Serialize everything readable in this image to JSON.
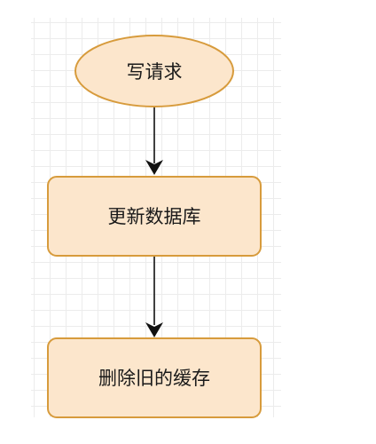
{
  "diagram": {
    "nodes": [
      {
        "id": "start",
        "shape": "ellipse",
        "label": "写请求"
      },
      {
        "id": "update-db",
        "shape": "rounded-rect",
        "label": "更新数据库"
      },
      {
        "id": "delete-cache",
        "shape": "rounded-rect",
        "label": "删除旧的缓存"
      }
    ],
    "edges": [
      {
        "from": "start",
        "to": "update-db"
      },
      {
        "from": "update-db",
        "to": "delete-cache"
      }
    ],
    "style": {
      "node_fill": "#fce6cc",
      "node_stroke": "#d79b3c",
      "edge_color": "#111111",
      "grid_color": "#ececec"
    }
  }
}
